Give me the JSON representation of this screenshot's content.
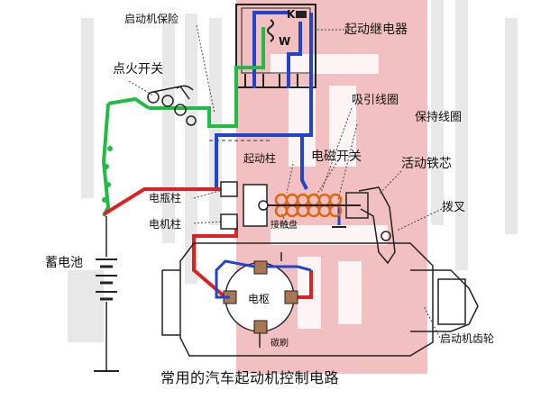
{
  "labels": {
    "starter_fuse": "启动机保险",
    "ignition_switch": "点火开关",
    "start_relay": "起动继电器",
    "relay_k": "K",
    "relay_w": "W",
    "pull_in_coil": "吸引线圈",
    "hold_coil": "保持线圈",
    "starter_post": "起动柱",
    "solenoid_switch": "电磁开关",
    "movable_core": "活动铁芯",
    "battery_post": "电瓶柱",
    "contact_disc": "接触盘",
    "fork": "拨叉",
    "motor_post": "电机柱",
    "battery": "蓄电池",
    "armature": "电枢",
    "brush": "碳刷",
    "starter_gear": "启动机齿轮",
    "title": "常用的汽车起动机控制电路"
  },
  "colors": {
    "red_wire": "#dd2222",
    "green_wire": "#22bb44",
    "blue_wire": "#2244cc",
    "watermark": "#e88c8c"
  }
}
